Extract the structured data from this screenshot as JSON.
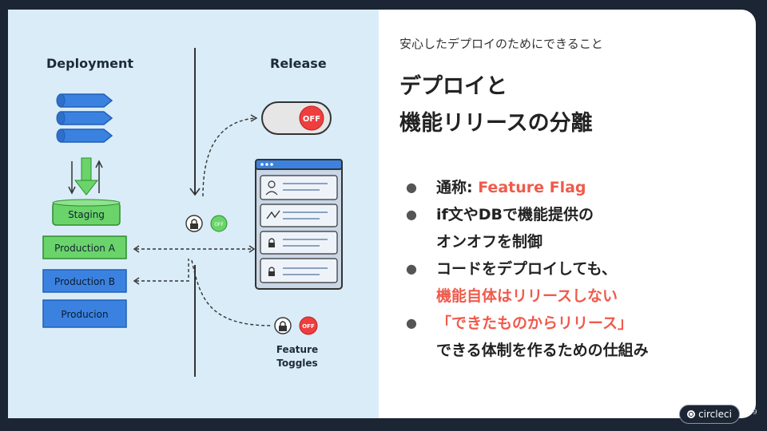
{
  "slide": {
    "subtitle": "安心したデプロイのためにできること",
    "title_lines": [
      "デプロイと",
      "機能リリースの分離"
    ],
    "bullets": [
      {
        "parts": [
          "通称: ",
          "Feature Flag"
        ],
        "red_index": 1
      },
      {
        "lines": [
          "if文やDBで機能提供の",
          "オンオフを制御"
        ]
      },
      {
        "lines": [
          "コードをデプロイしても、",
          "機能自体はリリースしない"
        ],
        "red_line": 1
      },
      {
        "lines": [
          "「できたものからリリース」",
          "できる体制を作るための仕組み"
        ],
        "red_line": 0
      }
    ]
  },
  "illustration": {
    "deployment_label": "Deployment",
    "release_label": "Release",
    "staging_label": "Staging",
    "production_a_label": "Production A",
    "production_b_label": "Production B",
    "production_label": "Producion",
    "off_label": "OFF",
    "toggle_off_label": "OFF",
    "feature_toggles_line1": "Feature",
    "feature_toggles_line2": "Toggles",
    "colors": {
      "green": "#6ad46a",
      "blue": "#3b82e0",
      "red": "#ef3e3e"
    }
  },
  "footer": {
    "logo_text": "circleci",
    "page_number": "9"
  }
}
